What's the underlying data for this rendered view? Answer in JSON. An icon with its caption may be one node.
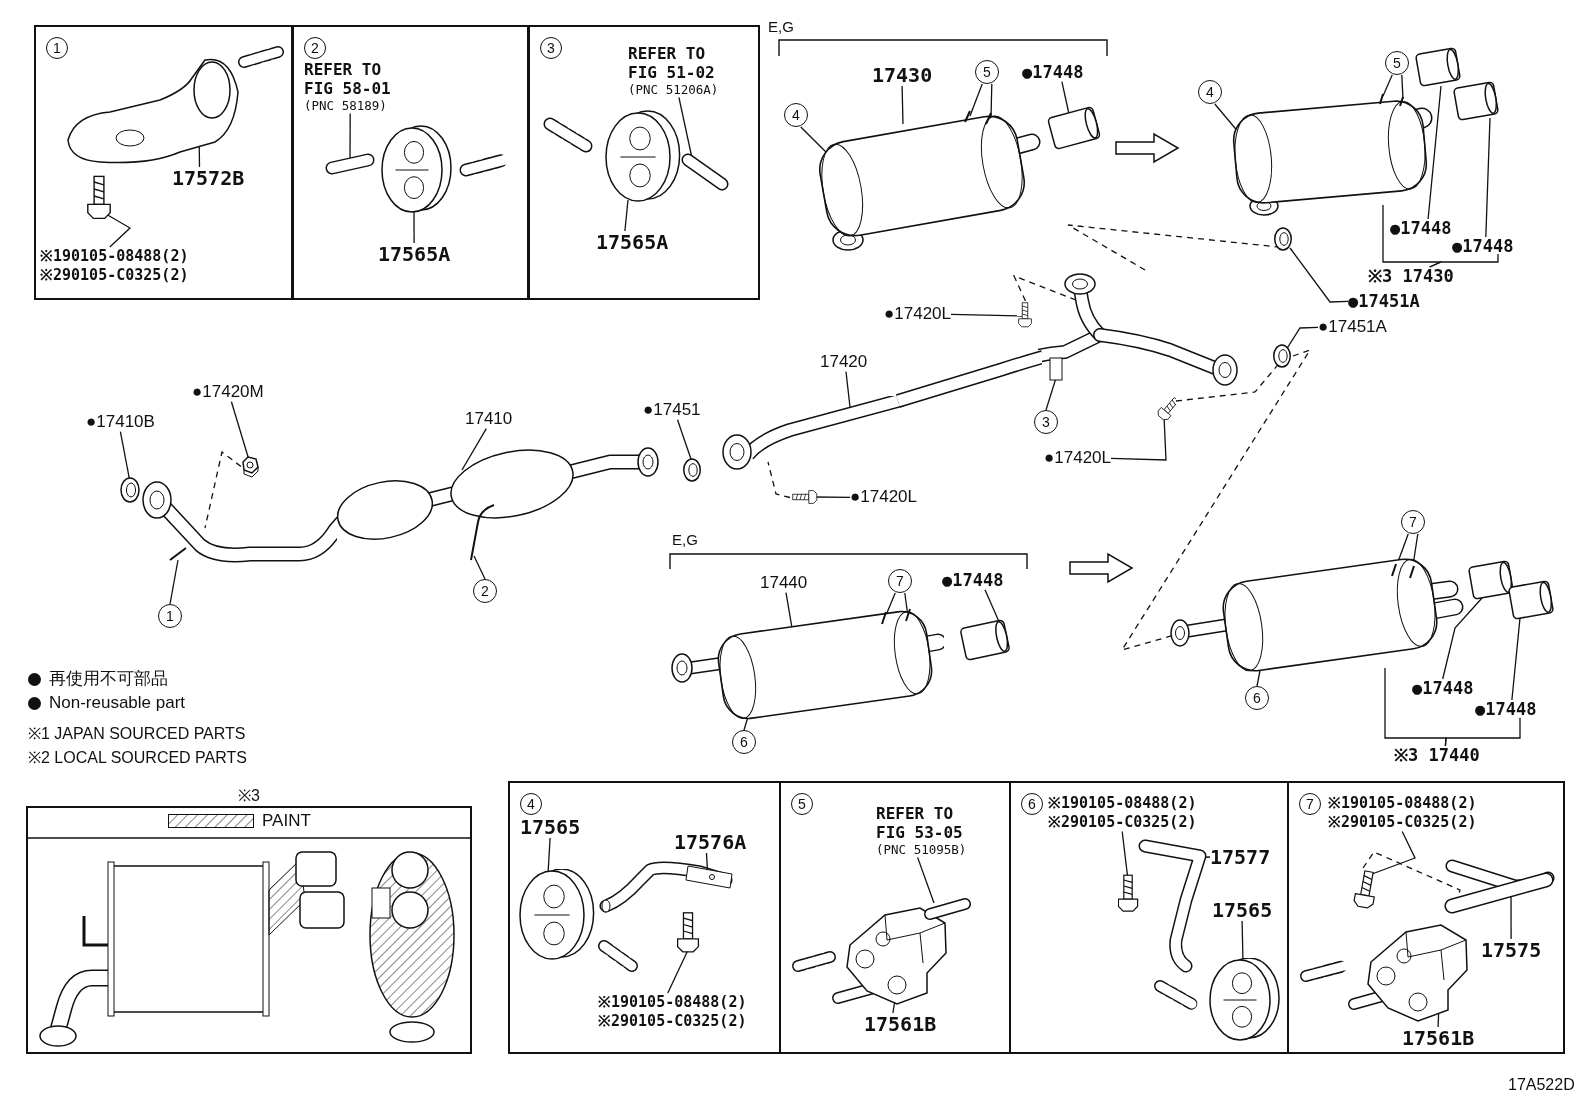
{
  "diagram": {
    "nodes": [
      {
        "text": [
          "1"
        ]
      },
      {
        "text": [
          "17572B"
        ],
        "in": 0
      },
      {
        "text": [
          "※190105-08488(2)",
          "※290105-C0325(2)"
        ],
        "in": 0
      },
      {
        "text": [
          "2"
        ]
      },
      {
        "text": [
          "REFER TO FIG 58-01",
          "(PNC 58189)"
        ],
        "in": 3
      },
      {
        "text": [
          "17565A"
        ],
        "in": 3
      },
      {
        "text": [
          "3"
        ]
      },
      {
        "text": [
          "REFER TO FIG 51-02",
          "(PNC 51206A)"
        ],
        "in": 6
      },
      {
        "text": [
          "17565A"
        ],
        "in": 6
      },
      {
        "text": [
          "17430"
        ]
      },
      {
        "text": [
          "5"
        ]
      },
      {
        "text": [
          "●17448"
        ]
      },
      {
        "text": [
          "4"
        ]
      },
      {
        "text": [
          "4"
        ]
      },
      {
        "text": [
          "5"
        ]
      },
      {
        "text": [
          "●17448"
        ]
      },
      {
        "text": [
          "●17448"
        ]
      },
      {
        "text": [
          "※3 17430"
        ]
      },
      {
        "text": [
          "●17451A"
        ]
      },
      {
        "text": [
          "●17420L"
        ]
      },
      {
        "text": [
          "●17451A"
        ]
      },
      {
        "text": [
          "17420"
        ]
      },
      {
        "text": [
          "3"
        ]
      },
      {
        "text": [
          "●17420L"
        ]
      },
      {
        "text": [
          "●17420M"
        ]
      },
      {
        "text": [
          "●17410B"
        ]
      },
      {
        "text": [
          "17410"
        ]
      },
      {
        "text": [
          "●17451"
        ]
      },
      {
        "text": [
          "●17420L"
        ]
      },
      {
        "text": [
          "1"
        ]
      },
      {
        "text": [
          "2"
        ]
      },
      {
        "text": [
          "17440"
        ]
      },
      {
        "text": [
          "7"
        ]
      },
      {
        "text": [
          "●17448"
        ]
      },
      {
        "text": [
          "6"
        ]
      },
      {
        "text": [
          "7"
        ]
      },
      {
        "text": [
          "6"
        ]
      },
      {
        "text": [
          "●17448"
        ]
      },
      {
        "text": [
          "●17448"
        ]
      },
      {
        "text": [
          "※3 17440"
        ]
      },
      {
        "text": [
          "※3"
        ]
      },
      {
        "text": [
          "4"
        ]
      },
      {
        "text": [
          "17565"
        ],
        "in": 41
      },
      {
        "text": [
          "17576A"
        ],
        "in": 41
      },
      {
        "text": [
          "※190105-08488(2)",
          "※290105-C0325(2)"
        ],
        "in": 41
      },
      {
        "text": [
          "5"
        ]
      },
      {
        "text": [
          "REFER TO FIG 53-05",
          "(PNC 51095B)"
        ],
        "in": 45
      },
      {
        "text": [
          "17561B"
        ],
        "in": 45
      },
      {
        "text": [
          "6"
        ]
      },
      {
        "text": [
          "※190105-08488(2)",
          "※290105-C0325(2)"
        ],
        "in": 48
      },
      {
        "text": [
          "17577"
        ],
        "in": 48
      },
      {
        "text": [
          "17565"
        ],
        "in": 48
      },
      {
        "text": [
          "7"
        ]
      },
      {
        "text": [
          "※190105-08488(2)",
          "※290105-C0325(2)"
        ],
        "in": 52
      },
      {
        "text": [
          "17575"
        ],
        "in": 52
      },
      {
        "text": [
          "17561B"
        ],
        "in": 52
      },
      {
        "text": [],
        "shape": "picture",
        "in": 0
      },
      {
        "text": [],
        "shape": "picture",
        "in": 0
      },
      {
        "text": [],
        "shape": "picture",
        "in": 3
      },
      {
        "text": [],
        "shape": "picture",
        "in": 3
      },
      {
        "text": [],
        "shape": "picture",
        "in": 6
      },
      {
        "text": [],
        "shape": "picture",
        "in": 6
      },
      {
        "text": [],
        "shape": "picture"
      },
      {
        "text": [],
        "shape": "picture"
      },
      {
        "text": [],
        "shape": "picture"
      },
      {
        "text": [],
        "shape": "picture"
      },
      {
        "text": [],
        "shape": "picture"
      },
      {
        "text": [],
        "shape": "picture"
      },
      {
        "text": [],
        "shape": "picture"
      },
      {
        "text": [],
        "shape": "picture"
      },
      {
        "text": [],
        "shape": "picture"
      },
      {
        "text": [],
        "shape": "picture"
      },
      {
        "text": [],
        "shape": "picture"
      },
      {
        "text": [],
        "shape": "picture"
      },
      {
        "text": [],
        "shape": "picture"
      },
      {
        "text": [],
        "shape": "picture"
      },
      {
        "text": [],
        "shape": "picture"
      },
      {
        "text": [],
        "shape": "picture"
      },
      {
        "text": [],
        "shape": "picture"
      },
      {
        "text": [],
        "shape": "picture"
      },
      {
        "text": [],
        "shape": "picture"
      },
      {
        "text": [],
        "shape": "picture"
      },
      {
        "text": [],
        "shape": "picture",
        "in": 41
      },
      {
        "text": [],
        "shape": "picture",
        "in": 41
      },
      {
        "text": [],
        "shape": "picture",
        "in": 41
      },
      {
        "text": [],
        "shape": "picture",
        "in": 45
      },
      {
        "text": [],
        "shape": "picture",
        "in": 45
      },
      {
        "text": [],
        "shape": "picture",
        "in": 48
      },
      {
        "text": [],
        "shape": "picture",
        "in": 48
      },
      {
        "text": [],
        "shape": "picture",
        "in": 48
      },
      {
        "text": [],
        "shape": "picture",
        "in": 52
      },
      {
        "text": [],
        "shape": "picture",
        "in": 52
      },
      {
        "text": [],
        "shape": "picture",
        "in": 52
      },
      {
        "text": [],
        "shape": "picture"
      },
      {
        "text": [],
        "shape": "picture"
      },
      {
        "text": [],
        "shape": "picture"
      }
    ],
    "edges": [
      {
        "from": 1,
        "to": 56,
        "arrow": "none"
      },
      {
        "from": 2,
        "to": 57,
        "arrow": "none"
      },
      {
        "from": 4,
        "to": 58,
        "arrow": "none"
      },
      {
        "from": 5,
        "to": 59,
        "arrow": "none"
      },
      {
        "from": 7,
        "to": 61,
        "arrow": "none"
      },
      {
        "from": 8,
        "to": 60,
        "arrow": "none"
      },
      {
        "from": 9,
        "to": 62,
        "arrow": "none"
      },
      {
        "from": 10,
        "to": 62,
        "arrow": "none"
      },
      {
        "from": 10,
        "to": 62,
        "arrow": "none"
      },
      {
        "from": 11,
        "to": 63,
        "arrow": "none"
      },
      {
        "from": 12,
        "to": 62,
        "arrow": "none"
      },
      {
        "from": 13,
        "to": 64,
        "arrow": "none"
      },
      {
        "from": 14,
        "to": 64,
        "arrow": "none"
      },
      {
        "from": 14,
        "to": 64,
        "arrow": "none"
      },
      {
        "from": 15,
        "to": 65,
        "arrow": "none"
      },
      {
        "from": 16,
        "to": 66,
        "arrow": "none"
      },
      {
        "from": 17,
        "to": 64,
        "arrow": "none"
      },
      {
        "from": 18,
        "to": 67,
        "arrow": "none"
      },
      {
        "from": 19,
        "to": 69,
        "arrow": "none"
      },
      {
        "from": 20,
        "to": 70,
        "arrow": "none"
      },
      {
        "from": 21,
        "to": 68,
        "arrow": "none"
      },
      {
        "from": 22,
        "to": 94,
        "arrow": "none"
      },
      {
        "from": 23,
        "to": 71,
        "arrow": "none"
      },
      {
        "from": 24,
        "to": 73,
        "arrow": "none"
      },
      {
        "from": 25,
        "to": 74,
        "arrow": "none"
      },
      {
        "from": 26,
        "to": 93,
        "arrow": "none"
      },
      {
        "from": 27,
        "to": 76,
        "arrow": "none"
      },
      {
        "from": 28,
        "to": 72,
        "arrow": "none"
      },
      {
        "from": 29,
        "to": 75,
        "arrow": "none"
      },
      {
        "from": 30,
        "to": 93,
        "arrow": "none"
      },
      {
        "from": 31,
        "to": 77,
        "arrow": "none"
      },
      {
        "from": 32,
        "to": 77,
        "arrow": "none"
      },
      {
        "from": 32,
        "to": 77,
        "arrow": "none"
      },
      {
        "from": 33,
        "to": 78,
        "arrow": "none"
      },
      {
        "from": 34,
        "to": 77,
        "arrow": "none"
      },
      {
        "from": 35,
        "to": 79,
        "arrow": "none"
      },
      {
        "from": 35,
        "to": 79,
        "arrow": "none"
      },
      {
        "from": 36,
        "to": 79,
        "arrow": "none"
      },
      {
        "from": 37,
        "to": 80,
        "arrow": "none"
      },
      {
        "from": 38,
        "to": 81,
        "arrow": "none"
      },
      {
        "from": 39,
        "to": 79,
        "arrow": "none"
      },
      {
        "from": 42,
        "to": 82,
        "arrow": "none"
      },
      {
        "from": 43,
        "to": 83,
        "arrow": "none"
      },
      {
        "from": 44,
        "to": 84,
        "arrow": "none"
      },
      {
        "from": 46,
        "to": 86,
        "arrow": "none"
      },
      {
        "from": 47,
        "to": 85,
        "arrow": "none"
      },
      {
        "from": 49,
        "to": 87,
        "arrow": "none"
      },
      {
        "from": 50,
        "to": 88,
        "arrow": "none"
      },
      {
        "from": 51,
        "to": 89,
        "arrow": "none"
      },
      {
        "from": 53,
        "to": 90,
        "arrow": "none"
      },
      {
        "from": 54,
        "to": 92,
        "arrow": "none"
      },
      {
        "from": 55,
        "to": 91,
        "arrow": "none"
      },
      {
        "from": 17,
        "to": 16,
        "arrow": "none"
      },
      {
        "from": 39,
        "to": 38,
        "arrow": "none"
      },
      {
        "from": 90,
        "to": 92,
        "arrow": "none",
        "style": "dashed"
      },
      {
        "from": 94,
        "to": 67,
        "arrow": "none",
        "style": "dashed"
      },
      {
        "from": 69,
        "to": 94,
        "arrow": "none",
        "style": "dashed"
      },
      {
        "from": 71,
        "to": 70,
        "arrow": "none",
        "style": "dashed"
      },
      {
        "from": 70,
        "to": 79,
        "arrow": "none",
        "style": "dashed"
      },
      {
        "from": 72,
        "to": 68,
        "arrow": "none",
        "style": "dashed"
      },
      {
        "from": 73,
        "to": 75,
        "arrow": "none",
        "style": "dashed"
      }
    ],
    "labels": [
      "E,G",
      "E,G",
      "※1 JAPAN SOURCED PARTS",
      "※2 LOCAL SOURCED PARTS",
      "17A522D"
    ],
    "legend": [
      {
        "text": "再使用不可部品"
      },
      {
        "text": "Non-reusable part"
      },
      {
        "text": "PAINT"
      }
    ]
  }
}
